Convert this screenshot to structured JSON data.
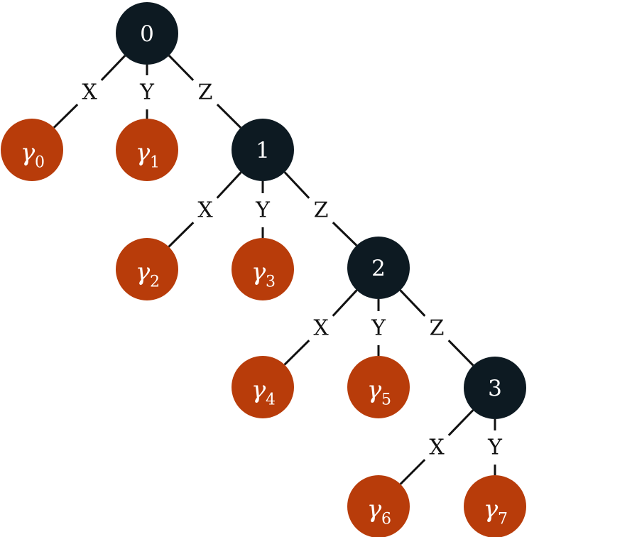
{
  "tree": {
    "nodes": [
      {
        "id": "n0",
        "label": "0"
      },
      {
        "id": "n1",
        "label": "1"
      },
      {
        "id": "n2",
        "label": "2"
      },
      {
        "id": "n3",
        "label": "3"
      }
    ],
    "leaves": [
      {
        "id": "l0",
        "symbol": "γ",
        "index": "0"
      },
      {
        "id": "l1",
        "symbol": "γ",
        "index": "1"
      },
      {
        "id": "l2",
        "symbol": "γ",
        "index": "2"
      },
      {
        "id": "l3",
        "symbol": "γ",
        "index": "3"
      },
      {
        "id": "l4",
        "symbol": "γ",
        "index": "4"
      },
      {
        "id": "l5",
        "symbol": "γ",
        "index": "5"
      },
      {
        "id": "l6",
        "symbol": "γ",
        "index": "6"
      },
      {
        "id": "l7",
        "symbol": "γ",
        "index": "7"
      }
    ],
    "edges": [
      {
        "from": "n0",
        "to": "l0",
        "label": "X"
      },
      {
        "from": "n0",
        "to": "l1",
        "label": "Y"
      },
      {
        "from": "n0",
        "to": "n1",
        "label": "Z"
      },
      {
        "from": "n1",
        "to": "l2",
        "label": "X"
      },
      {
        "from": "n1",
        "to": "l3",
        "label": "Y"
      },
      {
        "from": "n1",
        "to": "n2",
        "label": "Z"
      },
      {
        "from": "n2",
        "to": "l4",
        "label": "X"
      },
      {
        "from": "n2",
        "to": "l5",
        "label": "Y"
      },
      {
        "from": "n2",
        "to": "n3",
        "label": "Z"
      },
      {
        "from": "n3",
        "to": "l6",
        "label": "X"
      },
      {
        "from": "n3",
        "to": "l7",
        "label": "Y"
      }
    ]
  },
  "colors": {
    "internal_node": "#0d1a22",
    "leaf_node": "#b83c0a",
    "edge": "#111111",
    "node_text": "#ffffff"
  }
}
